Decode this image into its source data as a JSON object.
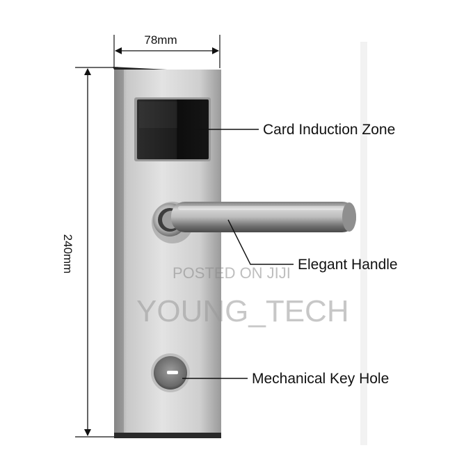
{
  "dimensions": {
    "width": "78mm",
    "height": "240mm"
  },
  "callouts": {
    "card_zone": "Card Induction Zone",
    "handle": "Elegant Handle",
    "key_hole": "Mechanical Key Hole"
  },
  "watermarks": {
    "posted": "POSTED ON JIJI",
    "brand": "YOUNG_TECH"
  },
  "colors": {
    "plate_light": "#d9d9d9",
    "plate_dark": "#9b9b9b",
    "reader_panel": "#1b1b1b",
    "dimension_line": "#111111",
    "callout_line": "#111111"
  },
  "icons": {
    "dimension_arrows": "arrowhead-icon"
  }
}
